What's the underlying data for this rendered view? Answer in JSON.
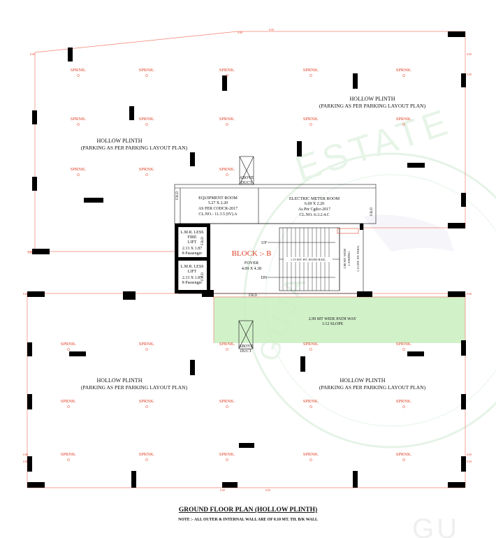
{
  "sprinkler_label": "SPRNK.",
  "hollow_plinth": {
    "title": "HOLLOW PLINTH",
    "subtitle": "(PARKING AS PER PARKING LAYOUT PLAN)"
  },
  "equipment_room": {
    "name": "EQUIPMENT ROOM",
    "size": "5.27 X 2.20",
    "rule": "AS PER CODCR-2017",
    "clause": "CL.NO.- 11.3.5 (IV).A"
  },
  "electric_room": {
    "name": "ELECTRIC METER ROOM",
    "size": "6.69 X 2.20",
    "rule": "As Per Cgdcr-2017",
    "clause": "CL.NO.-6.3.2.4.C"
  },
  "lift_fire": {
    "l1": "L.M.R. LESS",
    "l2": "FIRE",
    "l3": "LIFT",
    "l4": "2.13 X 1.87",
    "l5": "8 Passenger"
  },
  "lift": {
    "l1": "L.M.R. LESS",
    "l2": "LIFT",
    "l3": "2.13 X 1.87",
    "l4": "8 Passenger"
  },
  "frd": "F.R.D",
  "block": "BLOCK :- B",
  "foyer": {
    "name": "FOYER",
    "size": "4.09 X 4.38"
  },
  "stair": {
    "up": "UP",
    "dn": "DN",
    "hand_rail": "1.15 MT. HT. HAND RAIL",
    "landing1": "2.00 MT. WIDE",
    "landing2": "LANDING",
    "para": "1.15 MT. HT. PARA."
  },
  "above_duct": {
    "l1": "ABOVE",
    "l2": "DUCT"
  },
  "pathway": {
    "l1": "2.99 MT WIDE PATH WAY",
    "l2": "1:12 SLOPE"
  },
  "dimension_text": "0.00",
  "drawing_title": "GROUND FLOOR PLAN (HOLLOW PLINTH)",
  "drawing_note": "NOTE :- ALL OUTER & INTERNAL WALL ARE OF 0.10 MT. TH. B/K WALL",
  "watermark": "GUJARAT REAL ESTATE",
  "colors": {
    "sprinkler": "#e0442a",
    "boundary": "#f08070",
    "pathway_fill": "#c9efc0",
    "watermark": "#bfe3c2"
  }
}
